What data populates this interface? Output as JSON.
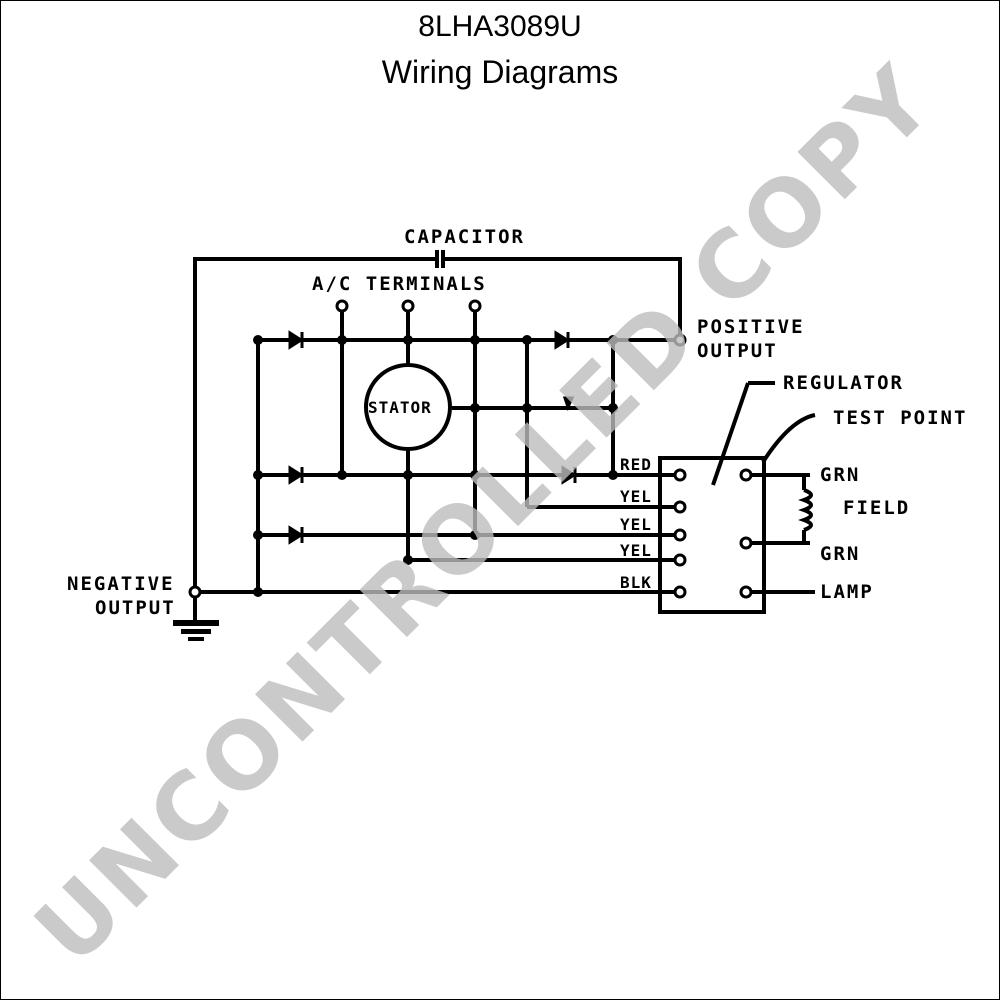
{
  "header": {
    "part_number": "8LHA3089U",
    "title": "Wiring Diagrams"
  },
  "diagram": {
    "capacitor": "CAPACITOR",
    "ac_terminals": "A/C TERMINALS",
    "positive_output": [
      "POSITIVE",
      "OUTPUT"
    ],
    "stator": "STATOR",
    "regulator": "REGULATOR",
    "test_point": "TEST POINT",
    "field": "FIELD",
    "negative_output": [
      "NEGATIVE",
      "OUTPUT"
    ],
    "wires": {
      "red": "RED",
      "yel1": "YEL",
      "yel2": "YEL",
      "yel3": "YEL",
      "blk": "BLK",
      "grn_top": "GRN",
      "grn_bottom": "GRN",
      "lamp": "LAMP"
    }
  },
  "watermark": "UNCONTROLLED COPY"
}
